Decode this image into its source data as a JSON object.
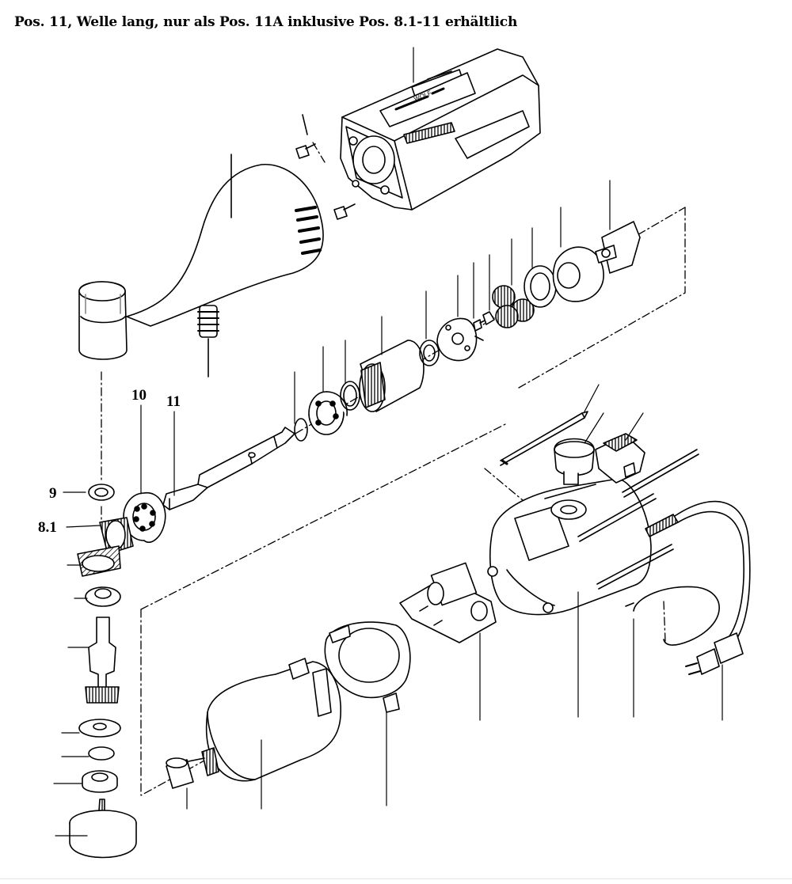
{
  "header": {
    "title": "Pos. 11, Welle lang, nur als Pos. 11A inklusive Pos. 8.1-11 erhältlich"
  },
  "labels": {
    "pos_9": "9",
    "pos_8_1": "8.1",
    "pos_10": "10",
    "pos_11": "11"
  },
  "housing_marking": "WOLF",
  "colors": {
    "line": "#000000",
    "fill": "#ffffff",
    "shade": "#d9d9d9"
  }
}
